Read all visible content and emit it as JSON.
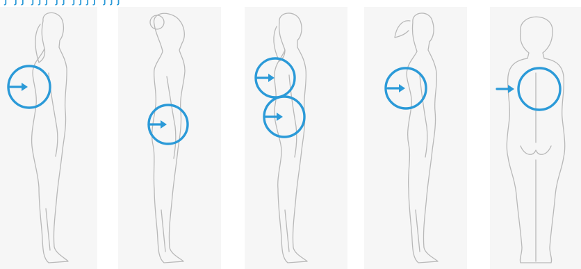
{
  "header_fragment": "ʃ  ʃ ʃ  ʃ ʃ ʃ  ʃ ʃ  ʃ ʃ ʃ ʃ  ʃ ʃ ʃ",
  "accent_color": "#2b9ad8",
  "panel_color": "#f6f6f6",
  "figures": [
    {
      "view": "side",
      "hair": "low-bun",
      "highlighted_areas": [
        "upper-back"
      ]
    },
    {
      "view": "side",
      "hair": "top-bun",
      "highlighted_areas": [
        "lower-back"
      ]
    },
    {
      "view": "side",
      "hair": "low-bun",
      "highlighted_areas": [
        "upper-back",
        "lower-back"
      ]
    },
    {
      "view": "side",
      "hair": "ponytail",
      "highlighted_areas": [
        "upper-back"
      ]
    },
    {
      "view": "back",
      "hair": "bob",
      "highlighted_areas": [
        "shoulder-blades"
      ]
    }
  ]
}
